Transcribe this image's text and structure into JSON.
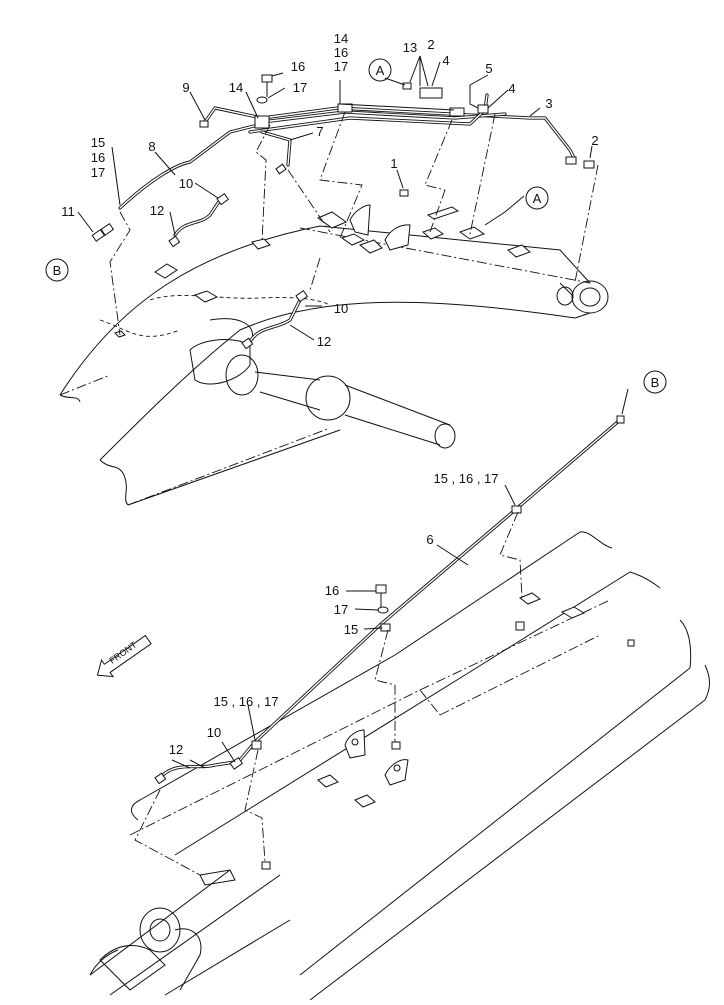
{
  "callouts": {
    "A": "A",
    "B": "B"
  },
  "labels": {
    "n1": "1",
    "n2": "2",
    "n3": "3",
    "n4": "4",
    "n5": "5",
    "n6": "6",
    "n7": "7",
    "n8": "8",
    "n9": "9",
    "n10": "10",
    "n11": "11",
    "n12": "12",
    "n13": "13",
    "n14": "14",
    "n15": "15",
    "n16": "16",
    "n17": "17",
    "combo_15_16_17": "15 , 16 , 17"
  },
  "front_arrow": {
    "label": "FRONT"
  }
}
